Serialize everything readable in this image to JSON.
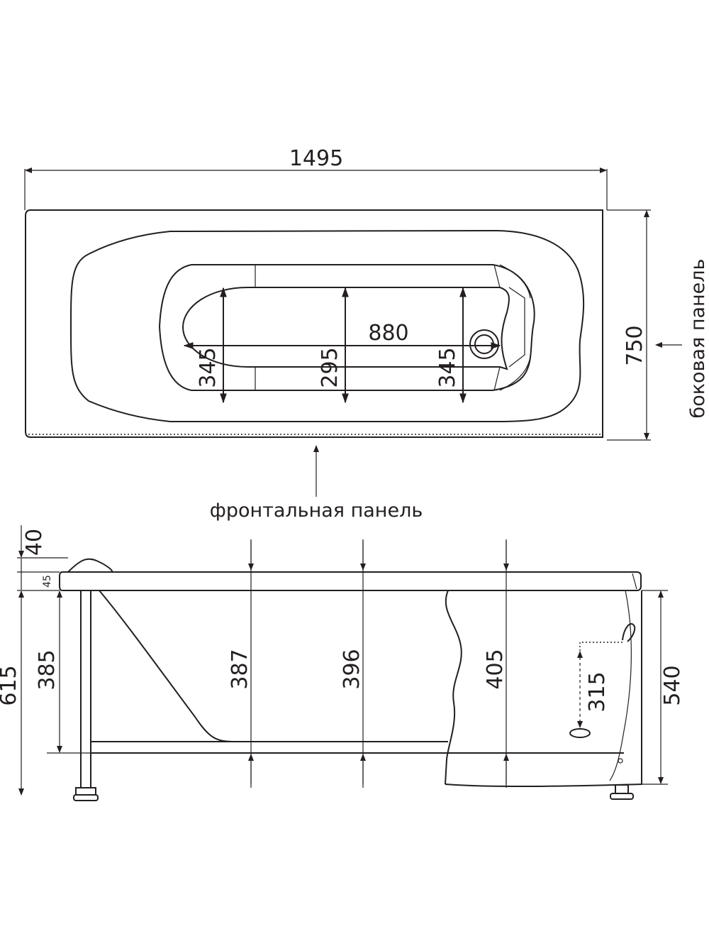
{
  "top_view": {
    "length": "1495",
    "width": "750",
    "inner_length": "880",
    "inner_width_left": "345",
    "inner_width_mid": "295",
    "inner_width_right": "345",
    "side_panel_label": "боковая панель",
    "front_panel_label": "фронтальная панель"
  },
  "side_view": {
    "rim_thickness": "40",
    "rim_overhang": "45",
    "total_height": "615",
    "leg_height": "385",
    "depth_left": "387",
    "depth_mid": "396",
    "depth_right": "405",
    "overflow_height": "315",
    "panel_height": "540"
  }
}
